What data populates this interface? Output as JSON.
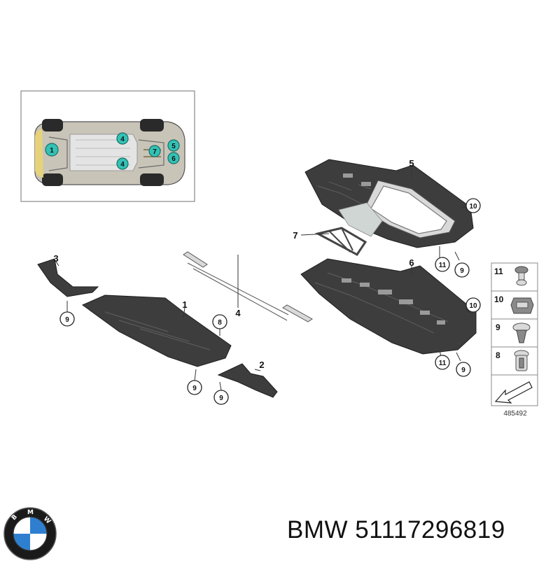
{
  "diagram_number": "485492",
  "footer": {
    "brand": "BMW",
    "part_number": "51117296819"
  },
  "inset": {
    "markers": [
      "1",
      "4",
      "4",
      "7",
      "5",
      "6"
    ]
  },
  "callouts": {
    "c1": "1",
    "c2": "2",
    "c3": "3",
    "c4": "4",
    "c5": "5",
    "c6": "6",
    "c7": "7",
    "c8": "8",
    "c9a": "9",
    "c9b": "9",
    "c9c": "9",
    "c9d": "9",
    "c9e": "9",
    "c10a": "10",
    "c10b": "10",
    "c11a": "11",
    "c11b": "11"
  },
  "legend": [
    {
      "label": "11",
      "icon": "push-rivet-icon"
    },
    {
      "label": "10",
      "icon": "clip-nut-icon"
    },
    {
      "label": "9",
      "icon": "expanding-rivet-icon"
    },
    {
      "label": "8",
      "icon": "spreader-nut-icon"
    }
  ],
  "logo": {
    "icon": "bmw-roundel-icon",
    "letters": "BMW"
  },
  "colors": {
    "panel": "#3d3d3d",
    "teal_marker": "#33c2b5",
    "background": "#ffffff"
  }
}
